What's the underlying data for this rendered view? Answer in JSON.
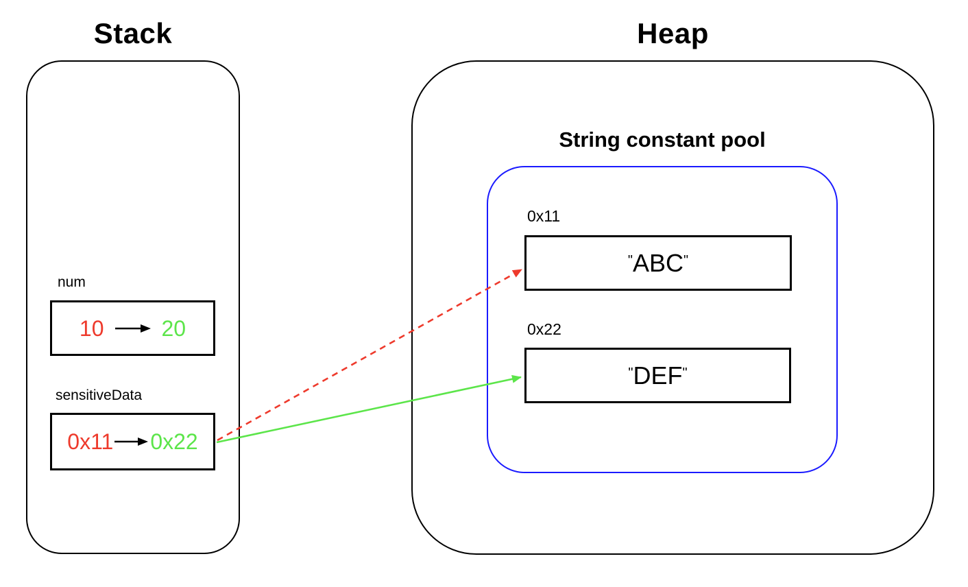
{
  "stack": {
    "title": "Stack",
    "variables": [
      {
        "name": "num",
        "old_value": "10",
        "new_value": "20"
      },
      {
        "name": "sensitiveData",
        "old_value": "0x11",
        "new_value": "0x22"
      }
    ]
  },
  "heap": {
    "title": "Heap",
    "string_pool": {
      "title": "String constant pool",
      "entries": [
        {
          "address": "0x11",
          "value": "ABC",
          "open_quote": "\"",
          "close_quote": "\""
        },
        {
          "address": "0x22",
          "value": "DEF",
          "open_quote": "\"",
          "close_quote": "\""
        }
      ]
    }
  },
  "colors": {
    "old_value": "#ee3a2c",
    "new_value": "#5ce54a",
    "pool_border": "#1a1aff",
    "arrow_old_reference": "#ee3a2c",
    "arrow_new_reference": "#5ce54a",
    "box_border": "#000000"
  }
}
